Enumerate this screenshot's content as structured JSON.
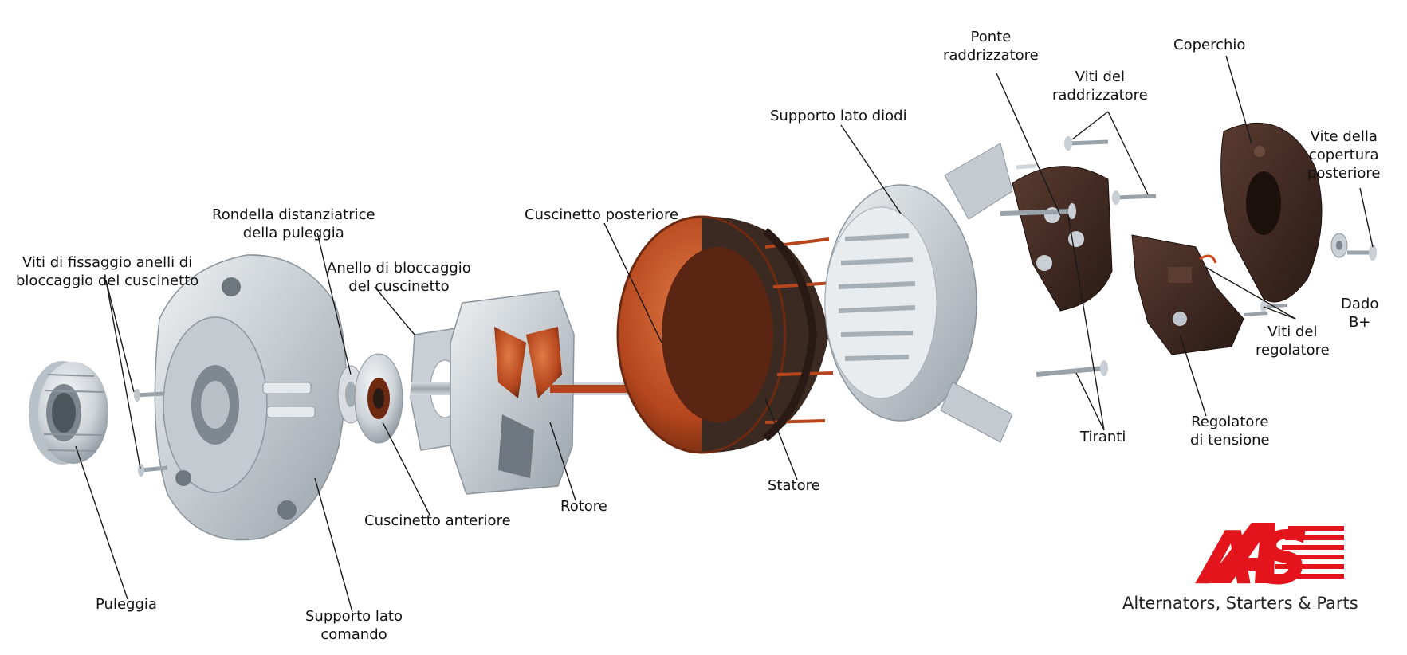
{
  "diagram": {
    "labels": {
      "puleggia": [
        "Puleggia"
      ],
      "supporto_comando": [
        "Supporto lato",
        "comando"
      ],
      "viti_fissaggio": [
        "Viti di fissaggio anelli di",
        "bloccaggio del cuscinetto"
      ],
      "rondella": [
        "Rondella distanziatrice",
        "della puleggia"
      ],
      "anello_bloccaggio": [
        "Anello di bloccaggio",
        "del cuscinetto"
      ],
      "cuscinetto_anteriore": [
        "Cuscinetto anteriore"
      ],
      "cuscinetto_posteriore": [
        "Cuscinetto posteriore"
      ],
      "rotore": [
        "Rotore"
      ],
      "statore": [
        "Statore"
      ],
      "supporto_diodi": [
        "Supporto lato diodi"
      ],
      "ponte": [
        "Ponte",
        "raddrizzatore"
      ],
      "viti_raddrizzatore": [
        "Viti del",
        "raddrizzatore"
      ],
      "coperchio": [
        "Coperchio"
      ],
      "vite_copertura": [
        "Vite della",
        "copertura",
        "posteriore"
      ],
      "dado": [
        "Dado",
        "B+"
      ],
      "viti_regolatore": [
        "Viti del",
        "regolatore"
      ],
      "regolatore": [
        "Regolatore",
        "di tensione"
      ],
      "tiranti": [
        "Tiranti"
      ]
    }
  },
  "logo": {
    "mark": "AS",
    "tagline": "Alternators, Starters & Parts",
    "color": "#e3141b"
  },
  "colors": {
    "aluminium": "#cfd4d9",
    "aluminium_dark": "#8e979f",
    "copper": "#b5461d",
    "copper_light": "#d86a3a",
    "stator_dark": "#3a2a22",
    "cover_brown": "#3b2620"
  }
}
